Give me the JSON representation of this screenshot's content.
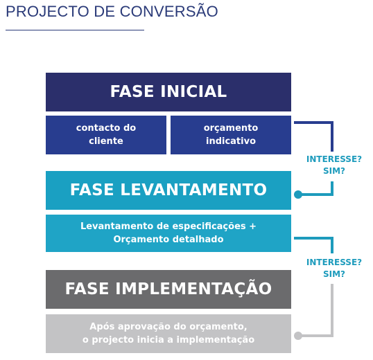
{
  "page_title": "PROJECTO DE CONVERSÃO",
  "phases": [
    {
      "title": "FASE INICIAL",
      "color": "#2b2f6b",
      "steps": [
        {
          "lines": [
            "contacto do",
            "cliente"
          ],
          "color": "#283d8f"
        },
        {
          "lines": [
            "orçamento",
            "indicativo"
          ],
          "color": "#283d8f"
        }
      ]
    },
    {
      "title": "FASE LEVANTAMENTO",
      "color": "#1aa0c2",
      "steps": [
        {
          "lines": [
            "Levantamento de especificações +",
            "Orçamento detalhado"
          ],
          "color": "#1fa4c6"
        }
      ]
    },
    {
      "title": "FASE IMPLEMENTAÇÃO",
      "color": "#6b6b6d",
      "steps": [
        {
          "lines": [
            "Após aprovação do orçamento,",
            "o projecto inicia a implementação"
          ],
          "color": "#c3c3c5"
        }
      ]
    }
  ],
  "questions": [
    {
      "lines": [
        "INTERESSE?",
        "SIM?"
      ]
    },
    {
      "lines": [
        "INTERESSE?",
        "SIM?"
      ]
    }
  ],
  "colors": {
    "title": "#2a3a78",
    "connector_1": "#283d8f",
    "connector_2": "#1d9bbc",
    "connector_3": "#c3c3c5"
  }
}
